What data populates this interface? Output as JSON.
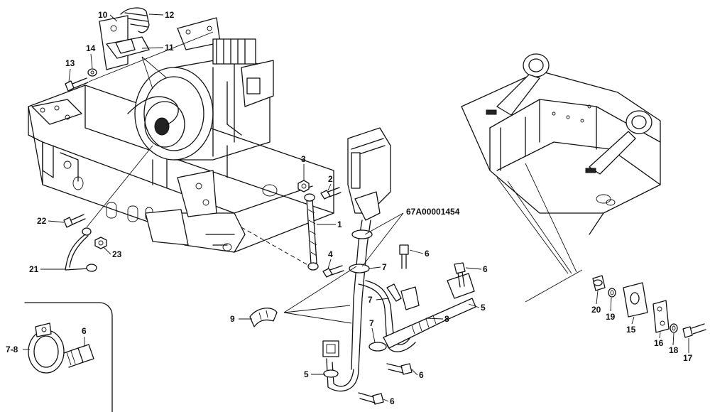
{
  "callouts": {
    "c1": "1",
    "c2": "2",
    "c3": "3",
    "c4": "4",
    "c5a": "5",
    "c5b": "5",
    "c6a": "6",
    "c6b": "6",
    "c6c": "6",
    "c6d": "6",
    "c6e": "6",
    "c7a": "7",
    "c7b": "7",
    "c7c": "7",
    "c8": "8",
    "c9": "9",
    "c10": "10",
    "c11": "11",
    "c12": "12",
    "c13": "13",
    "c14": "14",
    "c15": "15",
    "c16": "16",
    "c17": "17",
    "c18": "18",
    "c19": "19",
    "c20": "20",
    "c21": "21",
    "c22": "22",
    "c23": "23",
    "c78": "7-8",
    "assembly": "67A00001454"
  },
  "icons": [
    "bolt-icon",
    "nut-icon",
    "washer-icon",
    "clamp-icon",
    "cable-tie-icon",
    "ground-cable-icon"
  ]
}
